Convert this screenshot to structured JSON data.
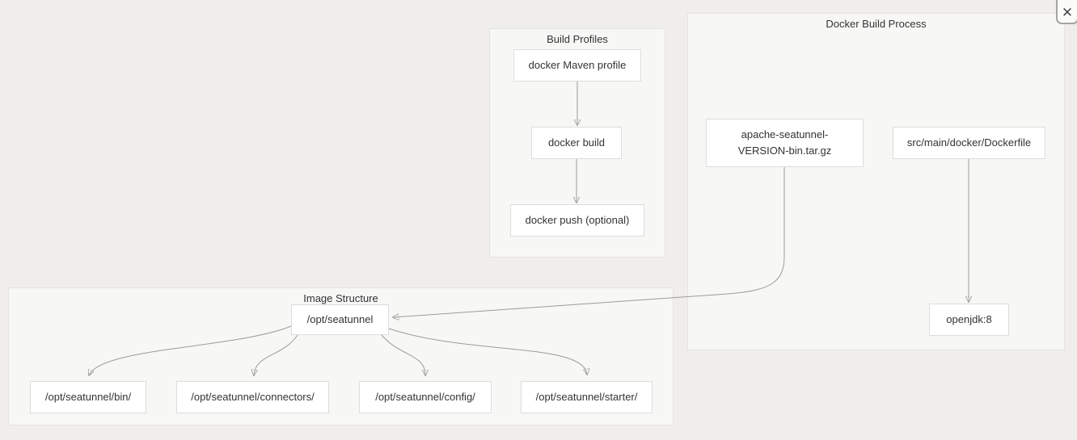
{
  "diagram": {
    "type": "flowchart",
    "groups": {
      "build_profiles": {
        "title": "Build Profiles"
      },
      "docker_build_process": {
        "title": "Docker Build Process"
      },
      "image_structure": {
        "title": "Image Structure"
      }
    },
    "nodes": {
      "docker_maven_profile": {
        "label": "docker Maven profile"
      },
      "docker_build": {
        "label": "docker build"
      },
      "docker_push": {
        "label": "docker push (optional)"
      },
      "apache_tarball": {
        "label_line1": "apache-seatunnel-",
        "label_line2": "VERSION-bin.tar.gz"
      },
      "dockerfile": {
        "label": "src/main/docker/Dockerfile"
      },
      "openjdk": {
        "label": "openjdk:8"
      },
      "opt_seatunnel": {
        "label": "/opt/seatunnel"
      },
      "opt_bin": {
        "label": "/opt/seatunnel/bin/"
      },
      "opt_connectors": {
        "label": "/opt/seatunnel/connectors/"
      },
      "opt_config": {
        "label": "/opt/seatunnel/config/"
      },
      "opt_starter": {
        "label": "/opt/seatunnel/starter/"
      }
    },
    "edges": [
      {
        "from": "docker_maven_profile",
        "to": "docker_build"
      },
      {
        "from": "docker_build",
        "to": "docker_push"
      },
      {
        "from": "dockerfile",
        "to": "openjdk"
      },
      {
        "from": "apache_tarball",
        "to": "opt_seatunnel"
      },
      {
        "from": "opt_seatunnel",
        "to": "opt_bin"
      },
      {
        "from": "opt_seatunnel",
        "to": "opt_connectors"
      },
      {
        "from": "opt_seatunnel",
        "to": "opt_config"
      },
      {
        "from": "opt_seatunnel",
        "to": "opt_starter"
      }
    ]
  },
  "close_button": {
    "glyph": "✕"
  },
  "colors": {
    "page_bg": "#efeeec",
    "group_bg": "#f7f7f6",
    "node_bg": "#ffffff",
    "edge": "#9b9b98",
    "text": "#333333"
  }
}
